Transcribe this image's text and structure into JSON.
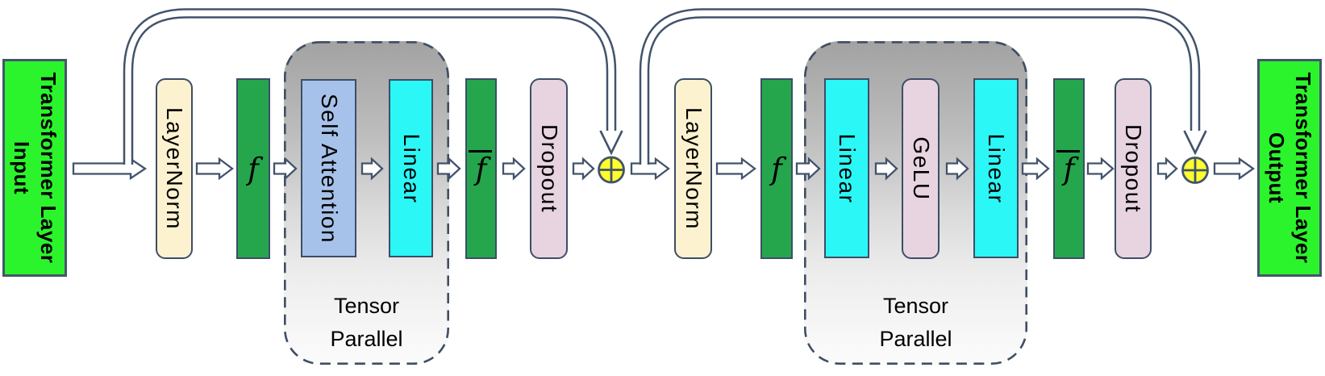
{
  "colors": {
    "io_green": "#2cf42c",
    "f_green": "#25a64d",
    "layernorm_cream": "#fdf2d0",
    "attention_periwinkle": "#a7c2ea",
    "linear_cyan": "#2bf7f7",
    "dropout_pink": "#e7d4e0",
    "add_yellow": "#ffff2e",
    "wire_stroke": "#42536b",
    "dashed_border": "#3f4e63",
    "parallel_gradient_top": "#a2a2a2",
    "parallel_gradient_bottom": "#fbfbfb",
    "text": "#000000"
  },
  "icons": {
    "residual_add": "circled-plus-icon",
    "flow_arrow": "hollow-right-arrow",
    "residual_wire": "hollow-curved-arrow"
  },
  "nodes": {
    "input": {
      "line1": "Transformer Layer",
      "line2": "Input"
    },
    "layernorm1": {
      "label": "LayerNorm"
    },
    "f1": {
      "label": "f",
      "overbar": false
    },
    "self_attention": {
      "label": "Self Attention"
    },
    "linear1": {
      "label": "Linear"
    },
    "fbar1": {
      "label": "f",
      "overbar": true
    },
    "dropout1": {
      "label": "Dropout"
    },
    "tensor_parallel1": {
      "line1": "Tensor",
      "line2": "Parallel"
    },
    "add1": {
      "symbol": "⊕"
    },
    "layernorm2": {
      "label": "LayerNorm"
    },
    "f2": {
      "label": "f",
      "overbar": false
    },
    "linear2a": {
      "label": "Linear"
    },
    "gelu": {
      "label": "GeLU"
    },
    "linear2b": {
      "label": "Linear"
    },
    "fbar2": {
      "label": "f",
      "overbar": true
    },
    "dropout2": {
      "label": "Dropout"
    },
    "tensor_parallel2": {
      "line1": "Tensor",
      "line2": "Parallel"
    },
    "output": {
      "line1": "Transformer Layer",
      "line2": "Output"
    }
  },
  "connections": [
    "Transformer Layer Input -> LayerNorm",
    "LayerNorm -> f",
    "f -> Self Attention",
    "Self Attention -> Linear",
    "Linear -> f-bar",
    "f-bar -> Dropout",
    "Dropout -> add(+)",
    "Transformer Layer Input -> add(+) [residual skip]",
    "add(+) -> LayerNorm",
    "LayerNorm -> f",
    "f -> Linear",
    "Linear -> GeLU",
    "GeLU -> Linear",
    "Linear -> f-bar",
    "f-bar -> Dropout",
    "Dropout -> add(+)",
    "add(+) [first] -> add(+) [second, residual skip]",
    "add(+) -> Transformer Layer Output"
  ]
}
